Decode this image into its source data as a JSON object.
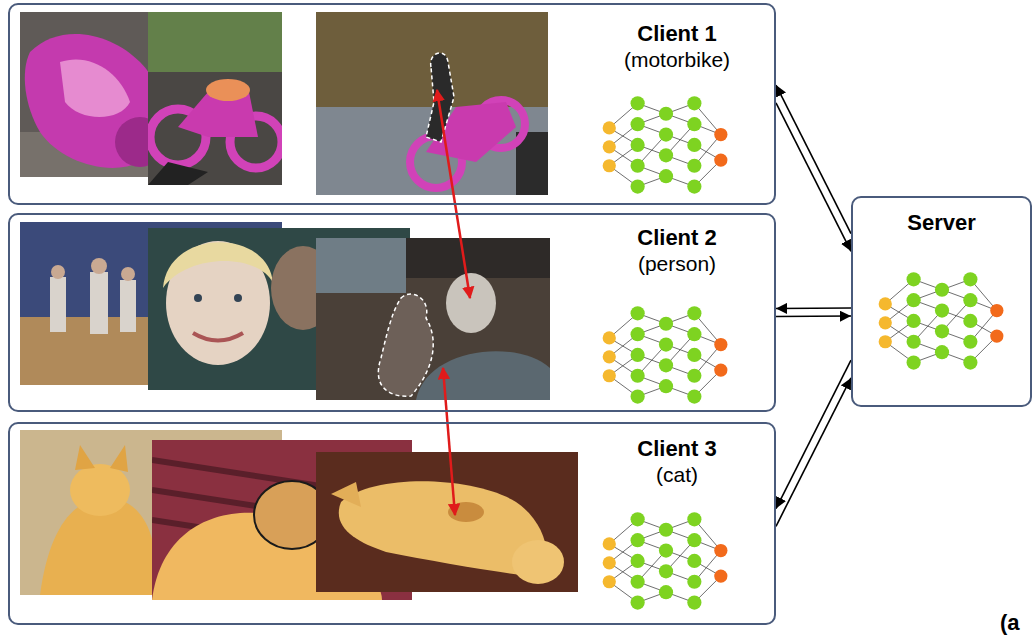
{
  "diagram": {
    "nodes": [
      {
        "text": [
          "Client 1",
          "(motorbike)"
        ]
      },
      {
        "text": [
          "Client 2",
          "(person)"
        ]
      },
      {
        "text": [
          "Client 3",
          "(cat)"
        ]
      },
      {
        "text": [
          "Server"
        ]
      }
    ],
    "edges": [
      {
        "from": 0,
        "to": 3,
        "arrow": "to"
      },
      {
        "from": 3,
        "to": 0,
        "arrow": "to"
      },
      {
        "from": 1,
        "to": 3,
        "arrow": "to"
      },
      {
        "from": 3,
        "to": 1,
        "arrow": "to"
      },
      {
        "from": 2,
        "to": 3,
        "arrow": "to"
      },
      {
        "from": 3,
        "to": 2,
        "arrow": "to"
      }
    ],
    "labels": [
      "(a"
    ]
  }
}
